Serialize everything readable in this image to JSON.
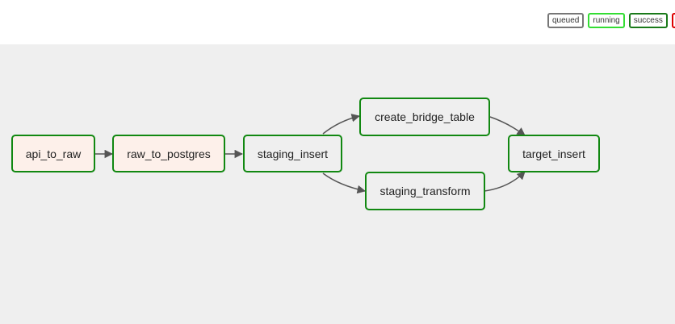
{
  "legend": {
    "items": [
      {
        "label": "queued",
        "color": "#777777"
      },
      {
        "label": "running",
        "color": "#33dd33"
      },
      {
        "label": "success",
        "color": "#1a7a1a"
      },
      {
        "label": "",
        "color": "#dd0000"
      }
    ]
  },
  "graph": {
    "tasks": {
      "api_to_raw": "api_to_raw",
      "raw_to_postgres": "raw_to_postgres",
      "staging_insert": "staging_insert",
      "create_bridge_table": "create_bridge_table",
      "staging_transform": "staging_transform",
      "target_insert": "target_insert"
    },
    "state_border_color": "#118811",
    "edges": [
      [
        "api_to_raw",
        "raw_to_postgres"
      ],
      [
        "raw_to_postgres",
        "staging_insert"
      ],
      [
        "staging_insert",
        "create_bridge_table"
      ],
      [
        "staging_insert",
        "staging_transform"
      ],
      [
        "create_bridge_table",
        "target_insert"
      ],
      [
        "staging_transform",
        "target_insert"
      ]
    ]
  }
}
